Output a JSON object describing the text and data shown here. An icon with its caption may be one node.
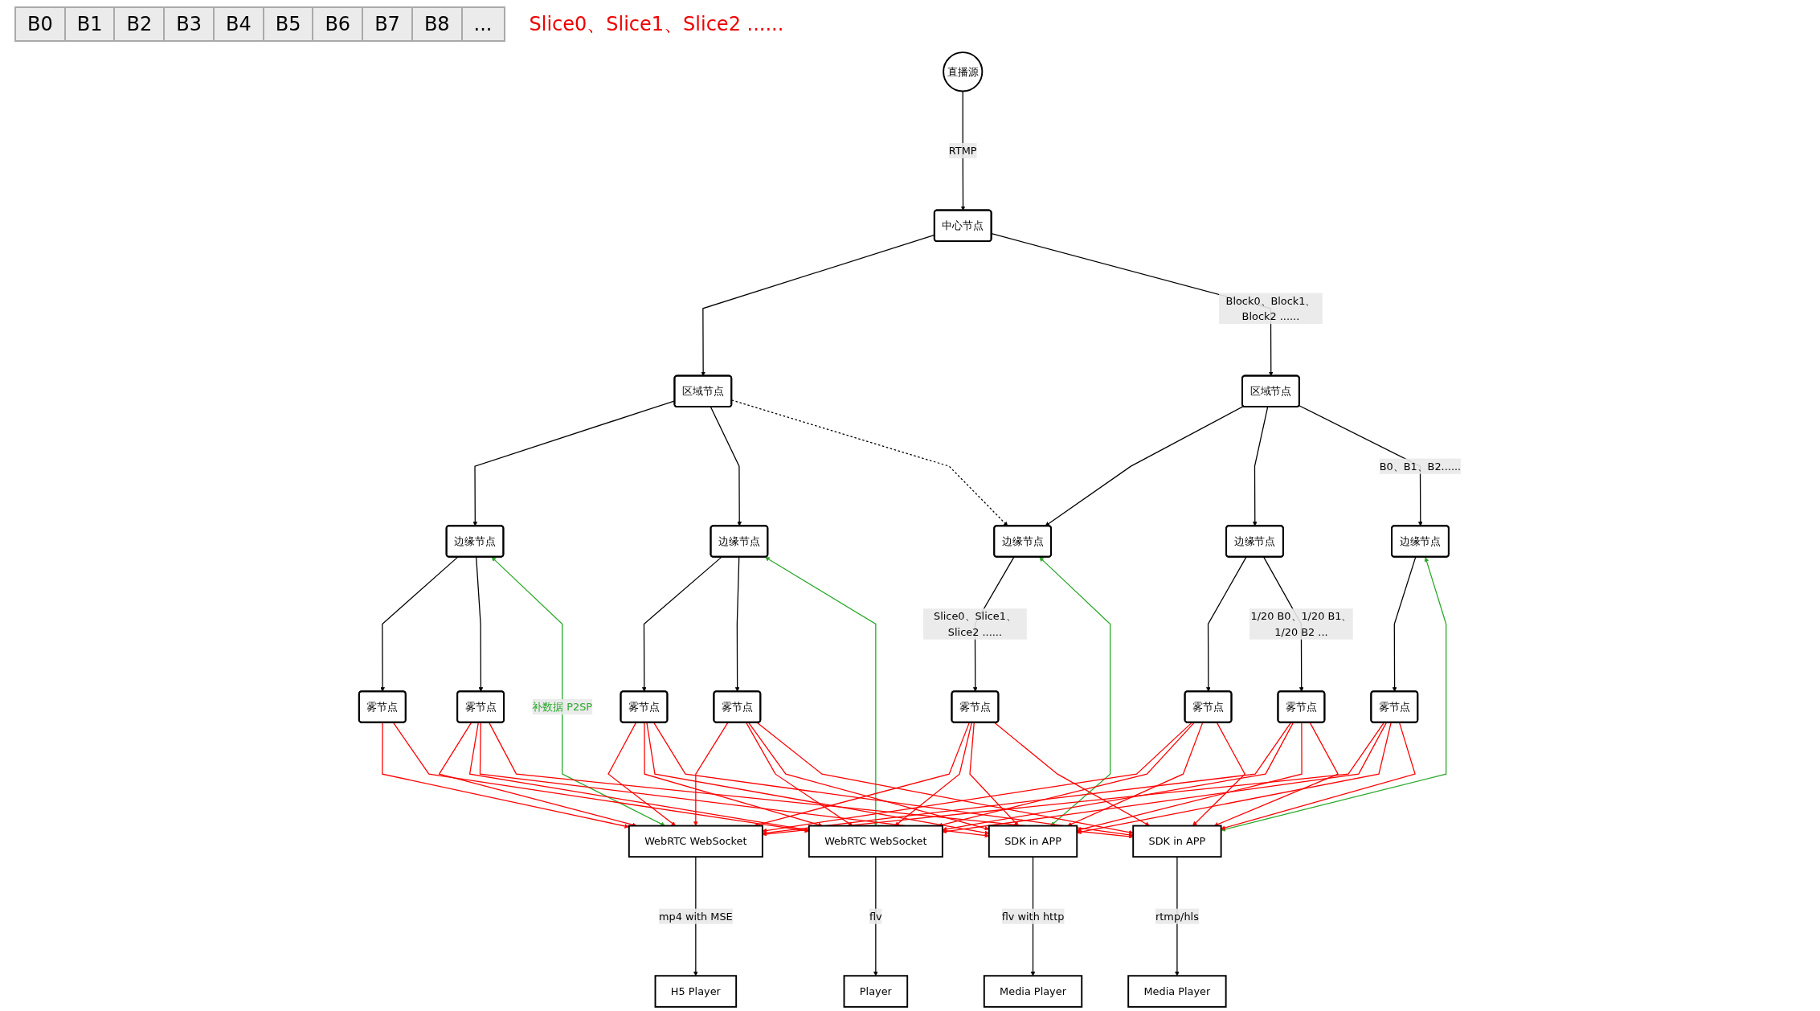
{
  "diagram": {
    "nodes": [
      {
        "text": [
          "直播源"
        ]
      },
      {
        "text": [
          "中心节点"
        ]
      },
      {
        "text": [
          "区域节点"
        ]
      },
      {
        "text": [
          "区域节点"
        ]
      },
      {
        "text": [
          "边缘节点"
        ]
      },
      {
        "text": [
          "边缘节点"
        ]
      },
      {
        "text": [
          "边缘节点"
        ]
      },
      {
        "text": [
          "边缘节点"
        ]
      },
      {
        "text": [
          "边缘节点"
        ]
      },
      {
        "text": [
          "雾节点"
        ]
      },
      {
        "text": [
          "雾节点"
        ]
      },
      {
        "text": [
          "雾节点"
        ]
      },
      {
        "text": [
          "雾节点"
        ]
      },
      {
        "text": [
          "雾节点"
        ]
      },
      {
        "text": [
          "雾节点"
        ]
      },
      {
        "text": [
          "雾节点"
        ]
      },
      {
        "text": [
          "雾节点"
        ]
      },
      {
        "text": [
          "WebRTC WebSocket"
        ]
      },
      {
        "text": [
          "WebRTC WebSocket"
        ]
      },
      {
        "text": [
          "SDK in APP"
        ]
      },
      {
        "text": [
          "SDK in APP"
        ]
      },
      {
        "text": [
          "H5 Player"
        ]
      },
      {
        "text": [
          "Player"
        ]
      },
      {
        "text": [
          "Media Player"
        ]
      },
      {
        "text": [
          "Media Player"
        ]
      }
    ],
    "edges": [
      {
        "from": 0,
        "to": 1,
        "arrow": "to",
        "label": "RTMP",
        "color": "#000000"
      },
      {
        "from": 1,
        "to": 2,
        "arrow": "to",
        "color": "#000000"
      },
      {
        "from": 1,
        "to": 3,
        "arrow": "to",
        "label": "Block0、Block1、Block2 ......",
        "color": "#000000"
      },
      {
        "from": 2,
        "to": 4,
        "arrow": "to",
        "color": "#000000"
      },
      {
        "from": 2,
        "to": 5,
        "arrow": "to",
        "color": "#000000"
      },
      {
        "from": 2,
        "to": 6,
        "arrow": "to",
        "style": "dashed",
        "color": "#000000"
      },
      {
        "from": 3,
        "to": 6,
        "arrow": "to",
        "color": "#000000"
      },
      {
        "from": 3,
        "to": 7,
        "arrow": "to",
        "color": "#000000"
      },
      {
        "from": 3,
        "to": 8,
        "arrow": "to",
        "label": "B0、B1、B2......",
        "color": "#000000"
      },
      {
        "from": 4,
        "to": 9,
        "arrow": "to",
        "color": "#000000"
      },
      {
        "from": 4,
        "to": 10,
        "arrow": "to",
        "color": "#000000"
      },
      {
        "from": 5,
        "to": 11,
        "arrow": "to",
        "color": "#000000"
      },
      {
        "from": 5,
        "to": 12,
        "arrow": "to",
        "color": "#000000"
      },
      {
        "from": 6,
        "to": 13,
        "arrow": "to",
        "label": "Slice0、Slice1、Slice2 ......",
        "color": "#000000"
      },
      {
        "from": 7,
        "to": 14,
        "arrow": "to",
        "color": "#000000"
      },
      {
        "from": 7,
        "to": 15,
        "arrow": "to",
        "label": "1/20 B0、1/20 B1、1/20 B2 ...",
        "color": "#000000"
      },
      {
        "from": 8,
        "to": 16,
        "arrow": "to",
        "color": "#000000"
      },
      {
        "from": 4,
        "to": 17,
        "arrow": "both",
        "color": "#2aa82a",
        "label": "补数据 P2SP"
      },
      {
        "from": 5,
        "to": 18,
        "arrow": "both",
        "color": "#2aa82a"
      },
      {
        "from": 6,
        "to": 19,
        "arrow": "both",
        "color": "#2aa82a"
      },
      {
        "from": 8,
        "to": 20,
        "arrow": "both",
        "color": "#2aa82a"
      },
      {
        "from": 9,
        "to": 17,
        "arrow": "to",
        "color": "#ff0000"
      },
      {
        "from": 9,
        "to": 18,
        "arrow": "to",
        "color": "#ff0000"
      },
      {
        "from": 10,
        "to": 17,
        "arrow": "to",
        "color": "#ff0000"
      },
      {
        "from": 10,
        "to": 18,
        "arrow": "to",
        "color": "#ff0000"
      },
      {
        "from": 10,
        "to": 19,
        "arrow": "to",
        "color": "#ff0000"
      },
      {
        "from": 10,
        "to": 20,
        "arrow": "to",
        "color": "#ff0000"
      },
      {
        "from": 11,
        "to": 17,
        "arrow": "to",
        "color": "#ff0000"
      },
      {
        "from": 11,
        "to": 18,
        "arrow": "to",
        "color": "#ff0000"
      },
      {
        "from": 11,
        "to": 19,
        "arrow": "to",
        "color": "#ff0000"
      },
      {
        "from": 11,
        "to": 20,
        "arrow": "to",
        "color": "#ff0000"
      },
      {
        "from": 12,
        "to": 17,
        "arrow": "to",
        "color": "#ff0000"
      },
      {
        "from": 12,
        "to": 18,
        "arrow": "to",
        "color": "#ff0000"
      },
      {
        "from": 12,
        "to": 19,
        "arrow": "to",
        "color": "#ff0000"
      },
      {
        "from": 12,
        "to": 20,
        "arrow": "to",
        "color": "#ff0000"
      },
      {
        "from": 13,
        "to": 17,
        "arrow": "to",
        "color": "#ff0000"
      },
      {
        "from": 13,
        "to": 18,
        "arrow": "to",
        "color": "#ff0000"
      },
      {
        "from": 13,
        "to": 19,
        "arrow": "to",
        "color": "#ff0000"
      },
      {
        "from": 13,
        "to": 20,
        "arrow": "to",
        "color": "#ff0000"
      },
      {
        "from": 14,
        "to": 17,
        "arrow": "to",
        "color": "#ff0000"
      },
      {
        "from": 14,
        "to": 18,
        "arrow": "to",
        "color": "#ff0000"
      },
      {
        "from": 14,
        "to": 19,
        "arrow": "to",
        "color": "#ff0000"
      },
      {
        "from": 14,
        "to": 20,
        "arrow": "to",
        "color": "#ff0000"
      },
      {
        "from": 15,
        "to": 17,
        "arrow": "to",
        "color": "#ff0000"
      },
      {
        "from": 15,
        "to": 18,
        "arrow": "to",
        "color": "#ff0000"
      },
      {
        "from": 15,
        "to": 19,
        "arrow": "to",
        "color": "#ff0000"
      },
      {
        "from": 15,
        "to": 20,
        "arrow": "to",
        "color": "#ff0000"
      },
      {
        "from": 16,
        "to": 17,
        "arrow": "to",
        "color": "#ff0000"
      },
      {
        "from": 16,
        "to": 18,
        "arrow": "to",
        "color": "#ff0000"
      },
      {
        "from": 16,
        "to": 19,
        "arrow": "to",
        "color": "#ff0000"
      },
      {
        "from": 16,
        "to": 20,
        "arrow": "to",
        "color": "#ff0000"
      },
      {
        "from": 17,
        "to": 21,
        "arrow": "to",
        "label": "mp4 with MSE",
        "color": "#000000"
      },
      {
        "from": 18,
        "to": 22,
        "arrow": "to",
        "label": "flv",
        "color": "#000000"
      },
      {
        "from": 19,
        "to": 23,
        "arrow": "to",
        "label": "flv with http",
        "color": "#000000"
      },
      {
        "from": 20,
        "to": 24,
        "arrow": "to",
        "label": "rtmp/hls",
        "color": "#000000"
      }
    ],
    "labels": [
      "B0",
      "B1",
      "B2",
      "B3",
      "B4",
      "B5",
      "B6",
      "B7",
      "B8",
      "...",
      "Slice0、Slice1、Slice2 ......"
    ]
  }
}
